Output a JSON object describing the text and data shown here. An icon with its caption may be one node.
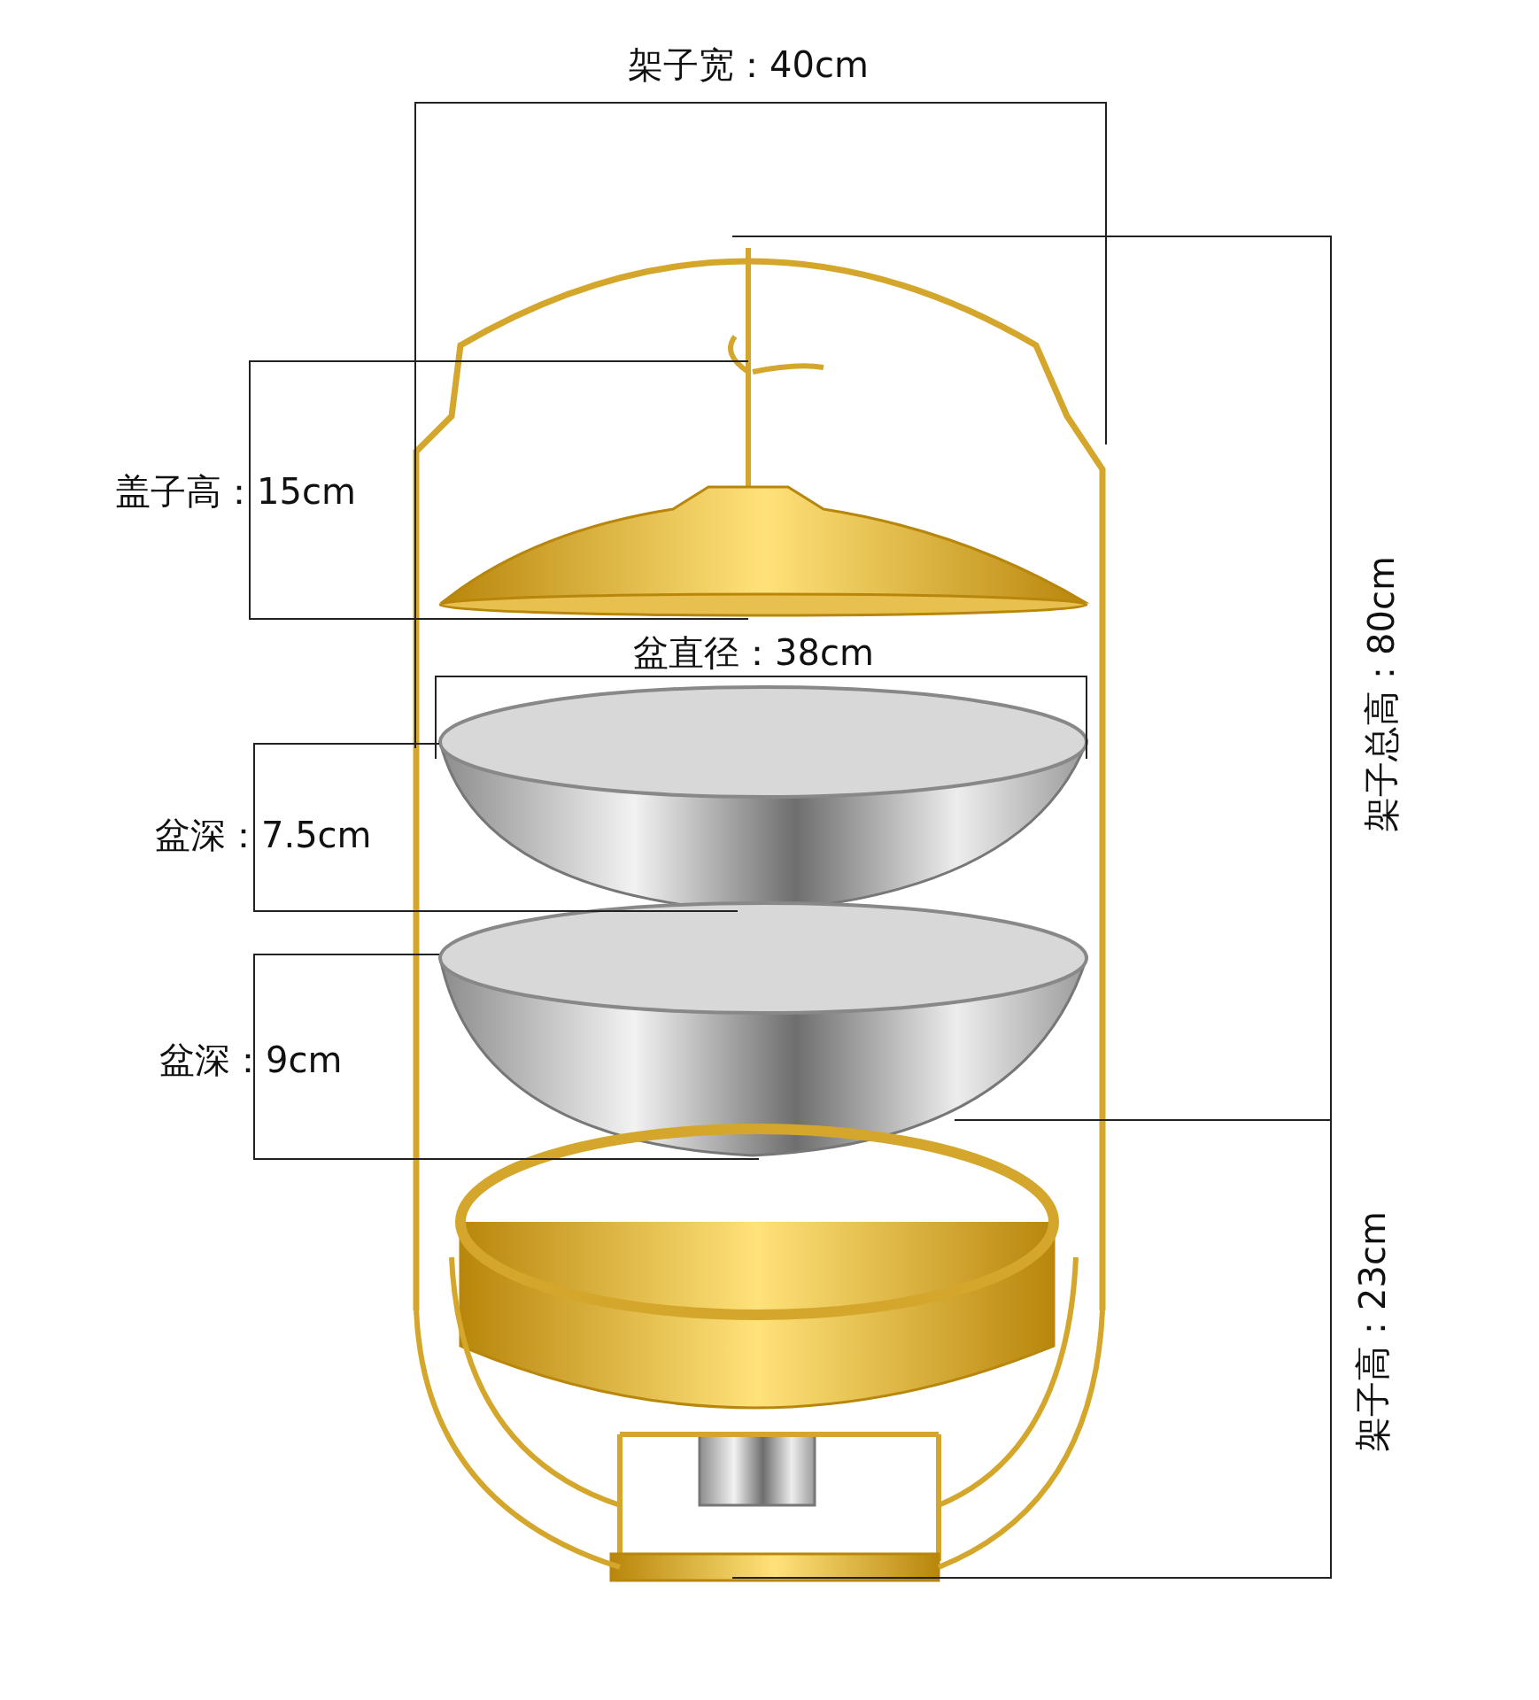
{
  "diagram": {
    "labels": [
      "架子宽：40cm",
      "盖子高：15cm",
      "盆直径：38cm",
      "盆深：7.5cm",
      "盆深：9cm",
      "架子总高：80cm",
      "架子高：23cm"
    ]
  }
}
